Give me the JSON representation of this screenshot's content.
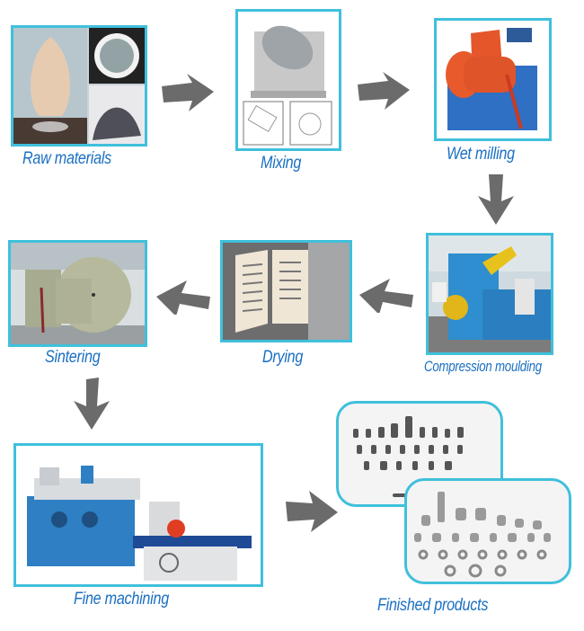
{
  "diagram": {
    "title": "",
    "steps": [
      {
        "id": "raw-materials",
        "label": "Raw materials"
      },
      {
        "id": "mixing",
        "label": "Mixing"
      },
      {
        "id": "wet-milling",
        "label": "Wet milling"
      },
      {
        "id": "compression-moulding",
        "label": "Compression moulding"
      },
      {
        "id": "drying",
        "label": "Drying"
      },
      {
        "id": "sintering",
        "label": "Sintering"
      },
      {
        "id": "fine-machining",
        "label": "Fine machining"
      },
      {
        "id": "finished-products",
        "label": "Finished products"
      }
    ],
    "flow": [
      [
        "raw-materials",
        "mixing"
      ],
      [
        "mixing",
        "wet-milling"
      ],
      [
        "wet-milling",
        "compression-moulding"
      ],
      [
        "compression-moulding",
        "drying"
      ],
      [
        "drying",
        "sintering"
      ],
      [
        "sintering",
        "fine-machining"
      ],
      [
        "fine-machining",
        "finished-products"
      ]
    ],
    "colors": {
      "border": "#3fc0dc",
      "label": "#1a6fc2",
      "arrow": "#6b6b6b"
    }
  }
}
